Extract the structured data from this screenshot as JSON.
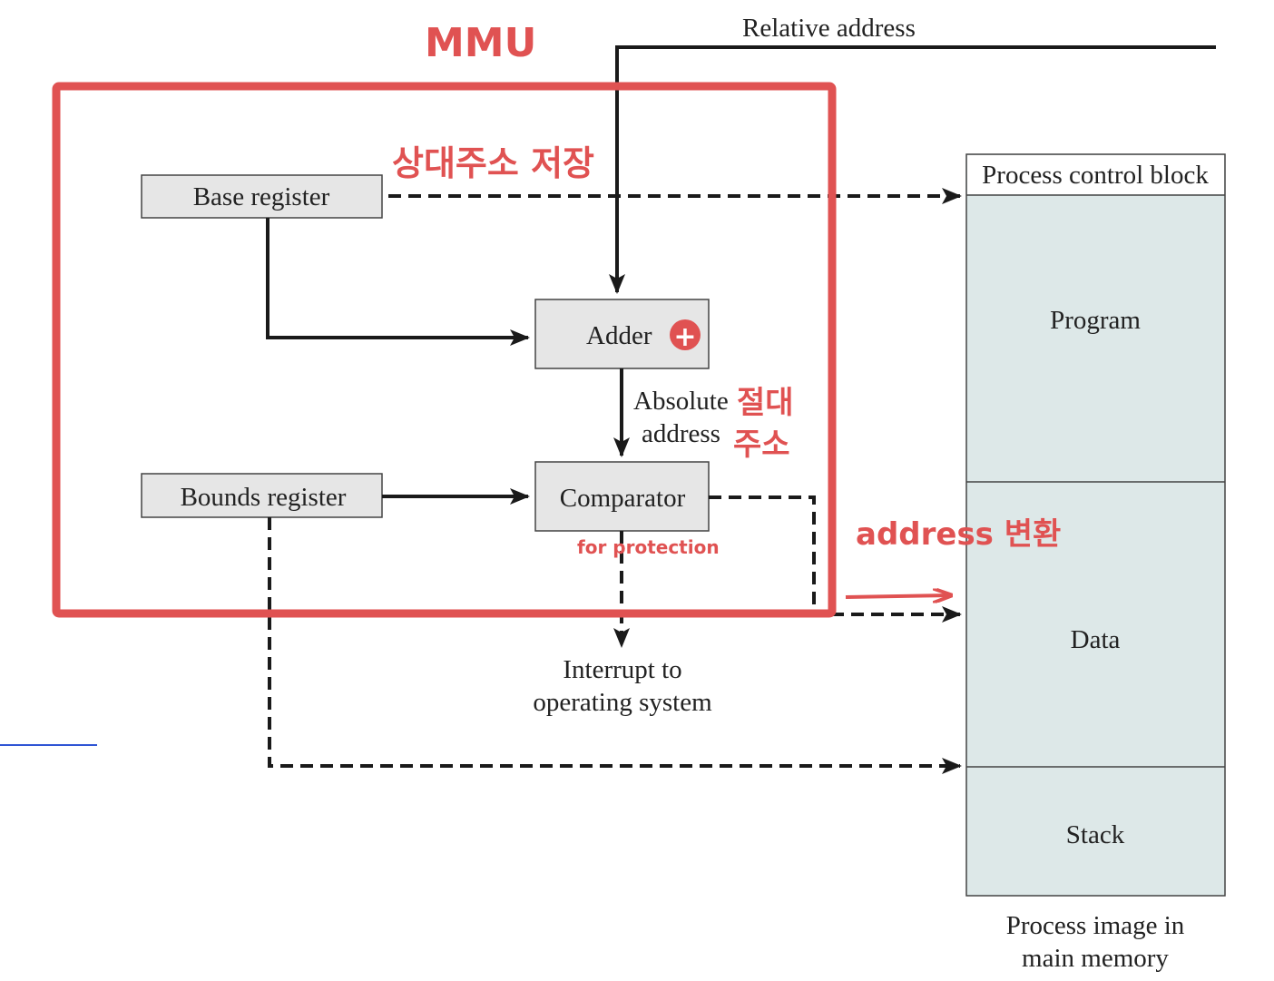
{
  "labels": {
    "relative_address": "Relative address",
    "base_register": "Base register",
    "adder": "Adder",
    "absolute_address_line1": "Absolute",
    "absolute_address_line2": "address",
    "bounds_register": "Bounds register",
    "comparator": "Comparator",
    "interrupt_line1": "Interrupt to",
    "interrupt_line2": "operating system",
    "pcb": "Process control block",
    "program": "Program",
    "data": "Data",
    "stack": "Stack",
    "process_image_line1": "Process image in",
    "process_image_line2": "main memory"
  },
  "annotations": {
    "mmu": "MMU",
    "relative_address_saved": "상대주소 저장",
    "absolute_line1": "절대",
    "absolute_line2": "주소",
    "for_protection": "for protection",
    "address_translation": "address 변환",
    "plus_symbol": "+"
  },
  "colors": {
    "annotation": "#e05252",
    "register_fill": "#e6e6e6",
    "memory_fill": "#dde8e8",
    "link_underline": "#2f55d4"
  }
}
